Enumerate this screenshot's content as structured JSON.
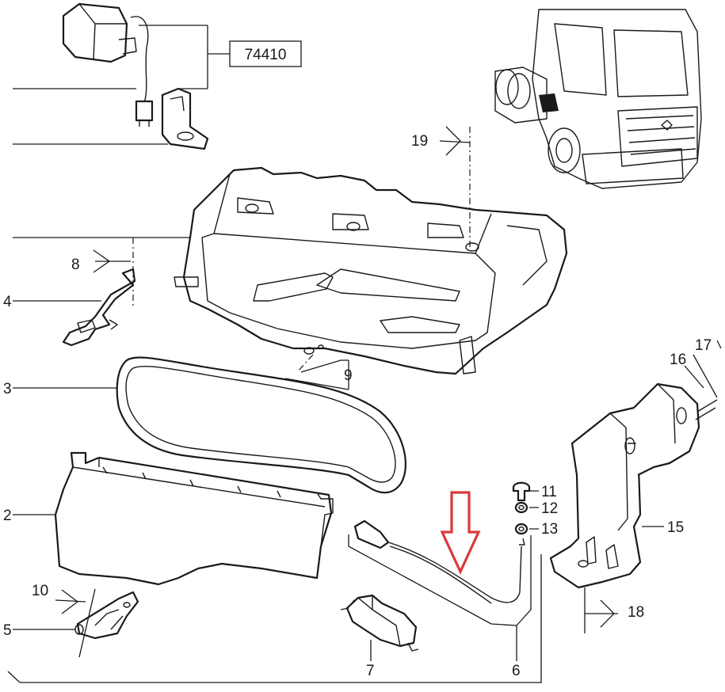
{
  "callouts": {
    "c74410": "74410",
    "c19": "19",
    "c8": "8",
    "c4": "4",
    "c9": "9",
    "c3": "3",
    "c16": "16",
    "c17": "17",
    "c2": "2",
    "c11": "11",
    "c12": "12",
    "c13": "13",
    "c15": "15",
    "c10": "10",
    "c5": "5",
    "c7": "7",
    "c6": "6",
    "c18": "18"
  },
  "colors": {
    "line": "#1a1a1a",
    "arrow": "#d83a3a",
    "background": "#ffffff"
  }
}
